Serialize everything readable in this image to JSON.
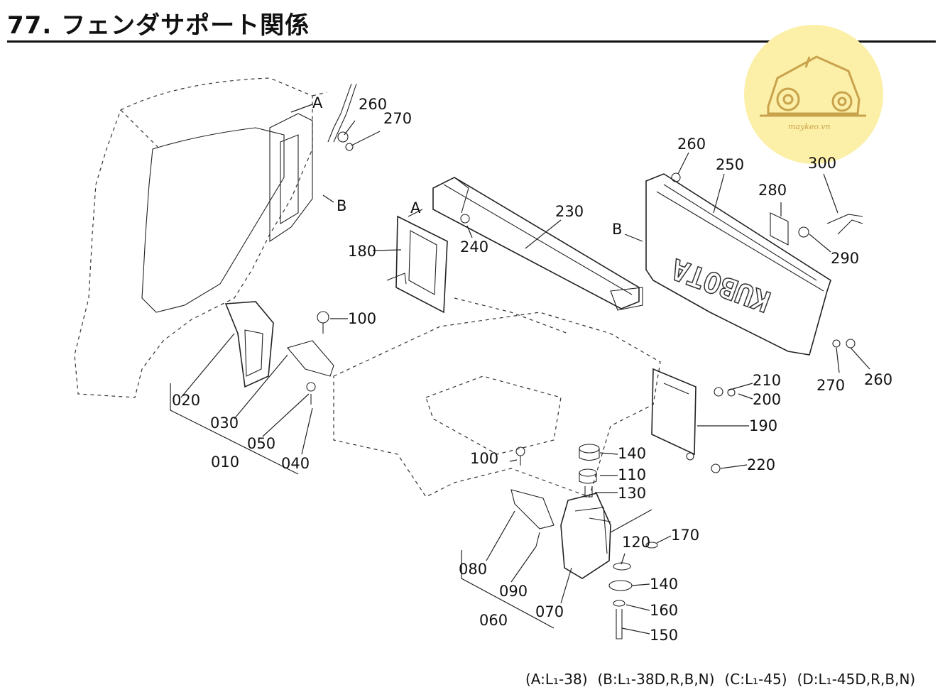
{
  "page": {
    "title": "77. フェンダサポート関係"
  },
  "watermark": {
    "text": "maykeo.vn",
    "circle_color": "#fcefa8",
    "icon_color": "#c9a34c",
    "icon": "tractor-icon"
  },
  "view_markers": {
    "A_top": "A",
    "B_left": "B",
    "A_mid": "A",
    "B_mid": "B"
  },
  "panel_lettering": "KUBOTA",
  "part_labels": [
    "260",
    "270",
    "260",
    "250",
    "300",
    "230",
    "280",
    "290",
    "180",
    "240",
    "100",
    "020",
    "030",
    "050",
    "010",
    "040",
    "270",
    "260",
    "210",
    "200",
    "190",
    "220",
    "100",
    "140",
    "110",
    "130",
    "170",
    "120",
    "080",
    "140",
    "160",
    "090",
    "070",
    "060",
    "150"
  ],
  "footer": {
    "variants": [
      "(A:L₁-38)",
      "(B:L₁-38D,R,B,N)",
      "(C:L₁-45)",
      "(D:L₁-45D,R,B,N)"
    ]
  }
}
